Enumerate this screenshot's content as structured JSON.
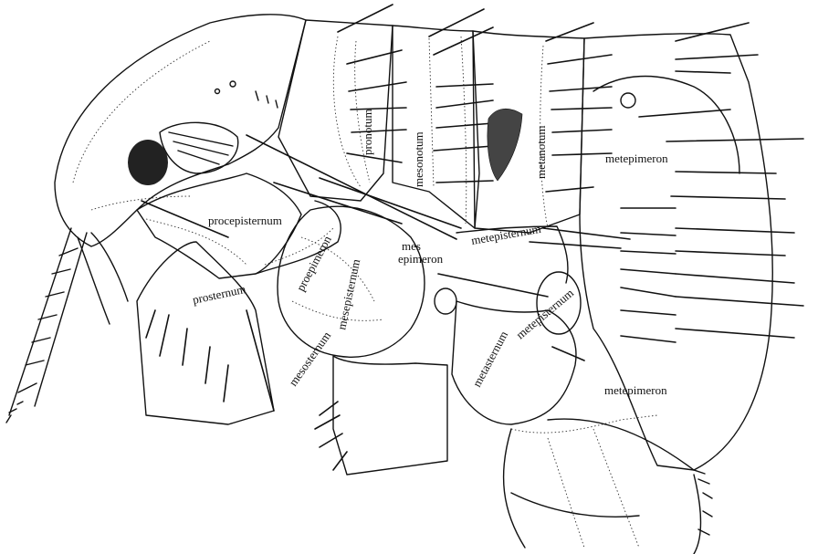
{
  "figure": {
    "labels": {
      "pronotum": "pronotum",
      "mesonotum": "mesonotum",
      "metanotum": "metanotum",
      "metepimeron_upper": "metepimeron",
      "metepimeron_lower": "metepimeron",
      "procepisternum": "procepisternum",
      "proepimeron": "proepimeron",
      "prosternum": "prosternum",
      "mesepisternum": "mesepisternum",
      "mesosternum": "mesosternum",
      "mes_epimeron_line1": "mes",
      "mes_epimeron_line2": "epimeron",
      "metepisternum_upper": "metepisternum",
      "metepisternum_lower": "metepisternum",
      "metasternum": "metasternum"
    }
  }
}
